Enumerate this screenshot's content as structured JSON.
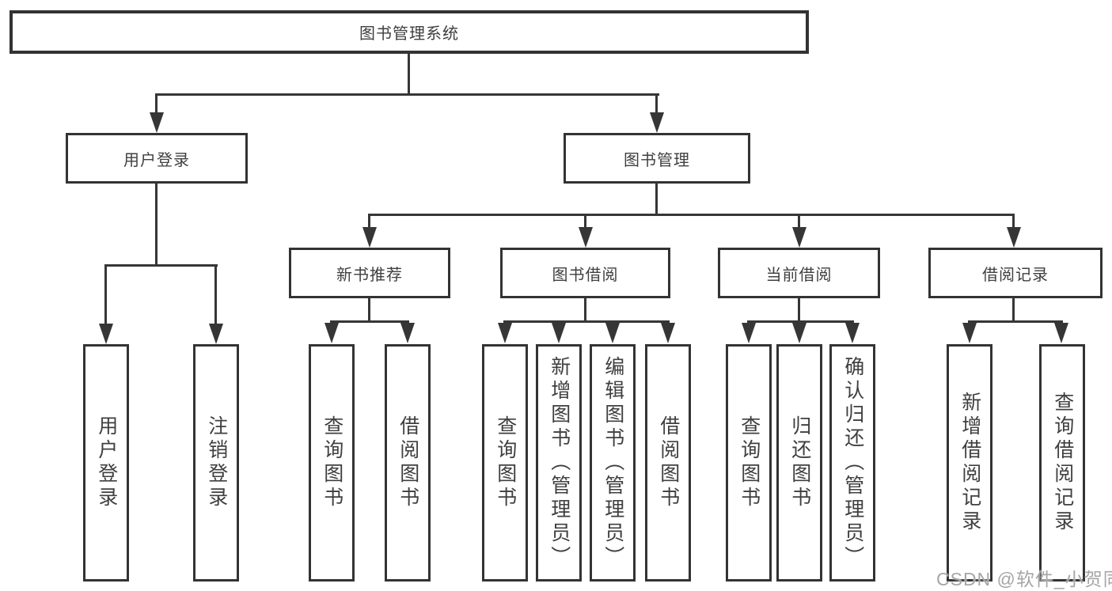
{
  "diagram": {
    "title_node": {
      "label": "图书管理系统"
    },
    "level2": {
      "user_login": {
        "label": "用户登录"
      },
      "book_mgmt": {
        "label": "图书管理"
      }
    },
    "level3": {
      "new_book": {
        "label": "新书推荐"
      },
      "borrow": {
        "label": "图书借阅"
      },
      "current": {
        "label": "当前借阅"
      },
      "records": {
        "label": "借阅记录"
      }
    },
    "leaves": {
      "user_login": [
        "用户登录",
        "注销登录"
      ],
      "new_book": [
        "查询图书",
        "借阅图书"
      ],
      "borrow": [
        "查询图书",
        "新增图书（管理员）",
        "编辑图书（管理员）",
        "借阅图书"
      ],
      "current": [
        "查询图书",
        "归还图书",
        "确认归还（管理员）"
      ],
      "records": [
        "新增借阅记录",
        "查询借阅记录"
      ]
    }
  },
  "watermark": {
    "text": "CSDN @软件_小贺同学",
    "color": "#a6a6a6"
  },
  "colors": {
    "line": "#363636",
    "box_border": "#333333",
    "text": "#3f3f3f",
    "background": "#ffffff"
  }
}
